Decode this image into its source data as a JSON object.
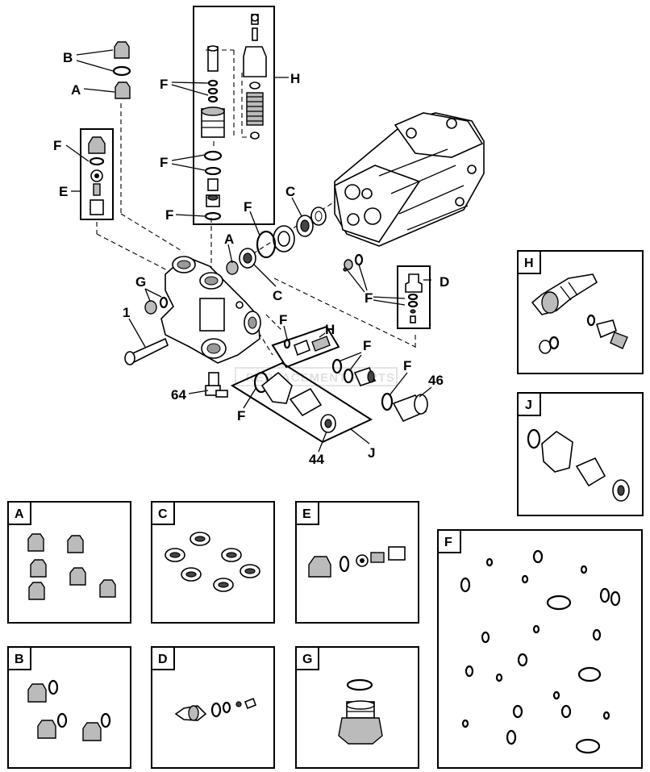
{
  "labels": {
    "B": "B",
    "A": "A",
    "F": "F",
    "E": "E",
    "H": "H",
    "C": "C",
    "G": "G",
    "D": "D",
    "J": "J",
    "one": "1",
    "sixtyfour": "64",
    "fortyfour": "44",
    "fortysix": "46"
  },
  "panels": {
    "A": "A",
    "B": "B",
    "C": "C",
    "D": "D",
    "E": "E",
    "F": "F",
    "G": "G",
    "H": "H",
    "J": "J"
  },
  "watermark": "REPLACEMENT PARTS"
}
